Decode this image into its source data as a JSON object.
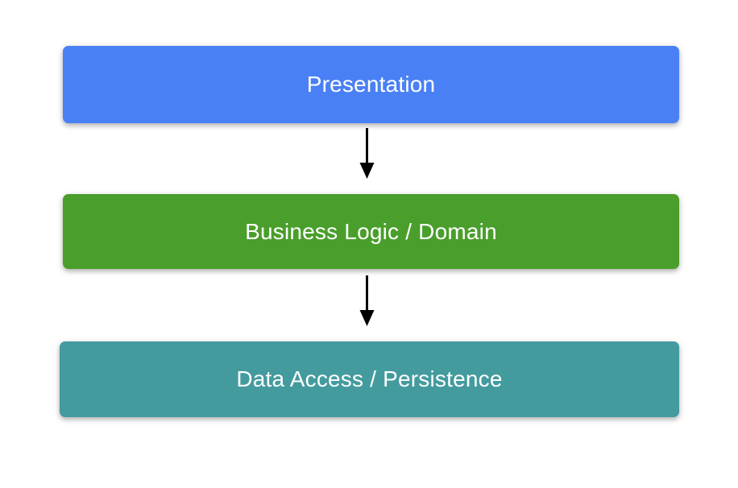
{
  "diagram": {
    "type": "layered-architecture-flow",
    "background_color": "#ffffff",
    "orientation": "vertical-top-down",
    "layers": [
      {
        "id": "presentation",
        "label": "Presentation",
        "color": "#4a80f5",
        "text_color": "#ffffff",
        "order": 1
      },
      {
        "id": "business-logic",
        "label": "Business Logic / Domain",
        "color": "#4a9e2b",
        "text_color": "#ffffff",
        "order": 2
      },
      {
        "id": "data-access",
        "label": "Data Access / Persistence",
        "color": "#439b9e",
        "text_color": "#ffffff",
        "order": 3
      }
    ],
    "connectors": [
      {
        "id": "presentation-to-business",
        "from": "presentation",
        "to": "business-logic",
        "direction": "down",
        "color": "#000000",
        "arrowhead": "solid-triangle"
      },
      {
        "id": "business-to-data",
        "from": "business-logic",
        "to": "data-access",
        "direction": "down",
        "color": "#000000",
        "arrowhead": "solid-triangle"
      }
    ]
  }
}
